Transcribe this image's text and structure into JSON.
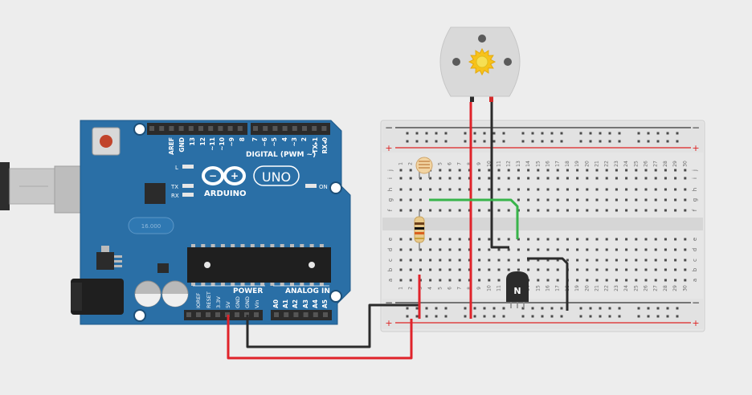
{
  "canvas": {
    "background": "#ededed"
  },
  "arduino": {
    "color": "#2a6fa6",
    "brand": "ARDUINO",
    "model": "UNO",
    "digital_header_label": "DIGITAL (PWM ~)",
    "power_header_label": "POWER",
    "analog_header_label": "ANALOG IN",
    "on_label": "ON",
    "l_label": "L",
    "tx_label": "TX",
    "rx_label": "RX",
    "digital_pins_left": [
      "AREF",
      "GND",
      "13",
      "12",
      "~11",
      "~10",
      "~9",
      "8"
    ],
    "digital_pins_right": [
      "7",
      "~6",
      "~5",
      "4",
      "~3",
      "2",
      "TX▸1",
      "RX◂0"
    ],
    "power_pins": [
      "IOREF",
      "RESET",
      "3.3V",
      "5V",
      "GND",
      "GND",
      "Vin"
    ],
    "analog_pins": [
      "A0",
      "A1",
      "A2",
      "A3",
      "A4",
      "A5"
    ],
    "crystal_label": "16.000"
  },
  "breadboard": {
    "minus_label": "−",
    "plus_label": "+",
    "upper_row_labels": [
      "j",
      "i",
      "h",
      "g",
      "f"
    ],
    "lower_row_labels": [
      "e",
      "d",
      "c",
      "b",
      "a"
    ],
    "column_numbers": [
      "1",
      "2",
      "3",
      "4",
      "5",
      "6",
      "7",
      "8",
      "9",
      "10",
      "11",
      "12",
      "13",
      "14",
      "15",
      "16",
      "17",
      "18",
      "19",
      "20",
      "21",
      "22",
      "23",
      "24",
      "25",
      "26",
      "27",
      "28",
      "29",
      "30"
    ]
  },
  "transistor": {
    "label": "N"
  },
  "motor": {
    "color": "#d9d9d9"
  },
  "wire_colors": {
    "red": "#e0232a",
    "black": "#2b2b2b",
    "green": "#38b44a"
  }
}
